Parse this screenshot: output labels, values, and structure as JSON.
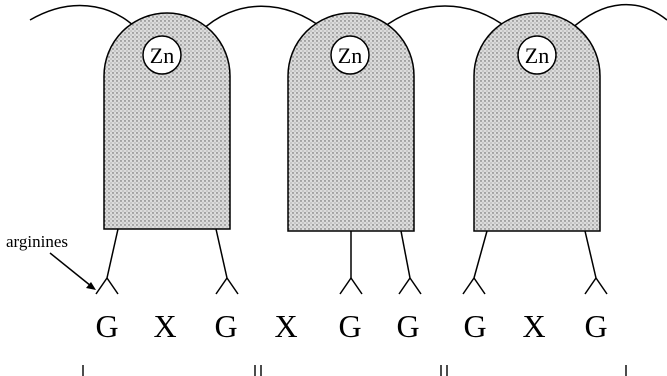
{
  "diagram": {
    "fingers": [
      {
        "metal": "Zn"
      },
      {
        "metal": "Zn"
      },
      {
        "metal": "Zn"
      }
    ],
    "sequence": [
      "G",
      "X",
      "G",
      "X",
      "G",
      "G",
      "G",
      "X",
      "G"
    ],
    "label": "arginines",
    "colors": {
      "stroke": "#000000",
      "background": "#ffffff",
      "stipple": "#555555",
      "finger_fill": "#dcdcdc"
    }
  }
}
